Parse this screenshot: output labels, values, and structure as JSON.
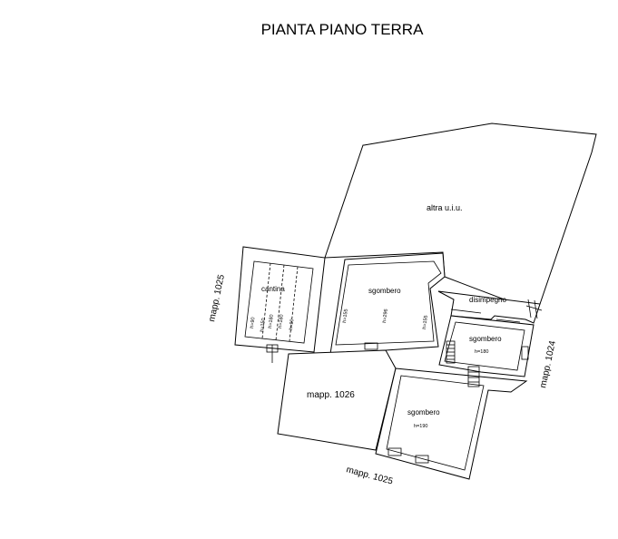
{
  "title": "PIANTA PIANO TERRA",
  "labels": {
    "altra": "altra u.i.u.",
    "cantina": "cantina",
    "sgombero_1": "sgombero",
    "disimpegno": "disimpegno",
    "sgombero_2": "sgombero",
    "sgombero_3": "sgombero",
    "mapp_1026": "mapp. 1026",
    "mapp_1025_left": "mapp. 1025",
    "mapp_1025_bottom": "mapp. 1025",
    "mapp_1024": "mapp. 1024"
  },
  "heights": {
    "cantina": [
      "h=90",
      "h=150",
      "h=180",
      "h=180",
      "h=90"
    ],
    "sgombero_1": [
      "h=155",
      "h=296",
      "h=155"
    ],
    "sgombero_2": "h=180",
    "sgombero_3": "h=190"
  }
}
